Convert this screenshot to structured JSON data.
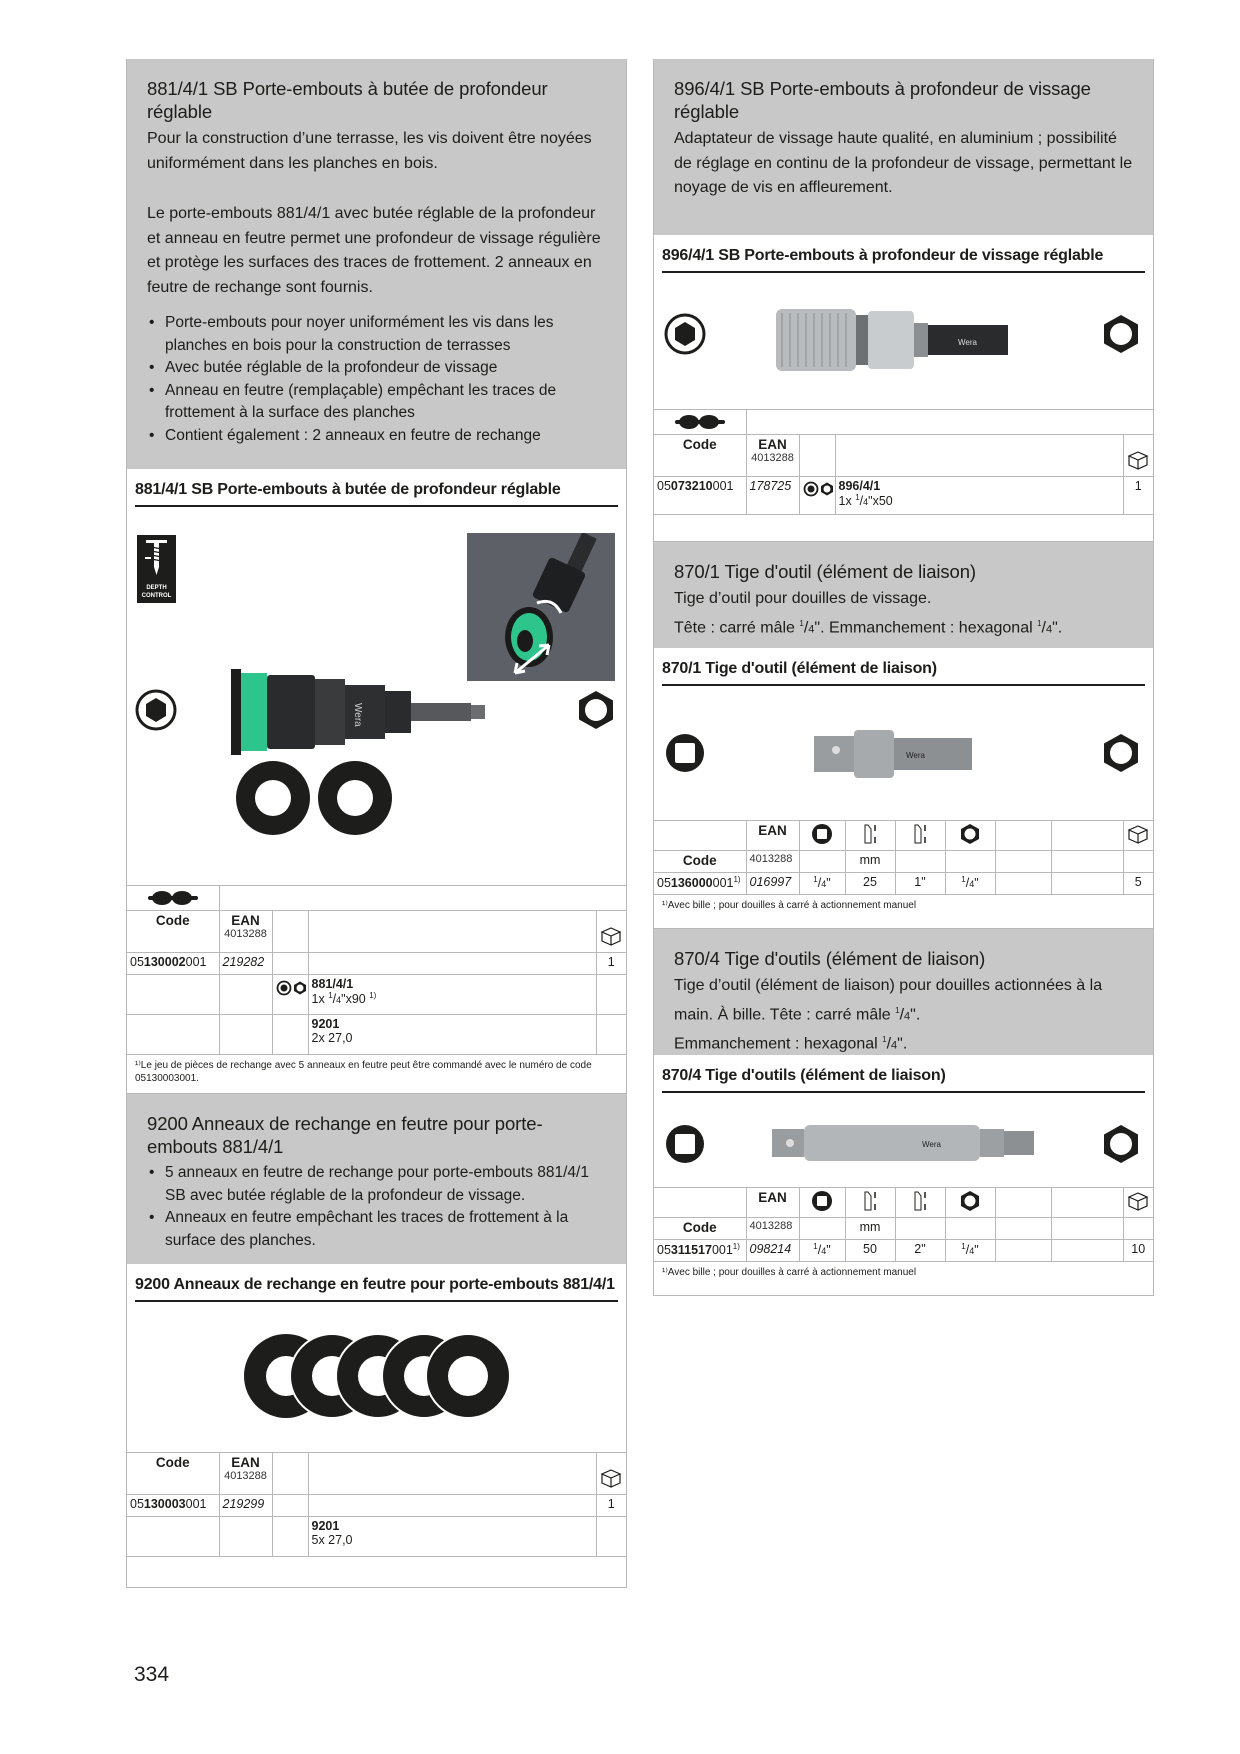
{
  "left": {
    "p1": {
      "title": "881/4/1 SB Porte-embouts à butée de profondeur réglable",
      "intro": "Pour la construction d’une terrasse, les vis doivent être noyées uniformément dans les planches en bois.",
      "desc": "Le porte-embouts 881/4/1 avec butée réglable de la profondeur et anneau en feutre permet une profondeur de vissage régulière et protège les surfaces des traces de frottement. 2 anneaux en feutre de rechange sont fournis.",
      "bullets": [
        "Porte-embouts pour noyer uniformément les vis dans les planches en bois pour la construction de terrasses",
        "Avec butée réglable de la profondeur de vissage",
        "Anneau en feutre (remplaçable) empêchant les traces de frottement à la surface des planches",
        "Contient également : 2 anneaux en feutre de rechange"
      ],
      "subtitle": "881/4/1 SB Porte-embouts à butée de profondeur réglable",
      "badge_line1": "DEPTH",
      "badge_line2": "CONTROL",
      "brand": "Wera",
      "hdr_code": "Code",
      "hdr_ean": "EAN",
      "hdr_ean_prefix": "4013288",
      "code_pre": "05",
      "code_bold": "130002",
      "code_post": "001",
      "ean": "219282",
      "qty": "1",
      "item1_name": "881/4/1",
      "item1_qty": "1x ",
      "item1_frac": "1",
      "item1_frac_den": "4",
      "item1_size": "\"x90 ",
      "item1_note": "1)",
      "item2_name": "9201",
      "item2_size": "2x 27,0",
      "footnote": "¹⁾Le jeu de pièces de rechange avec 5 anneaux en feutre peut être commandé avec le numéro de code 05130003001."
    },
    "p2": {
      "title": "9200 Anneaux de rechange en feutre pour porte-embouts 881/4/1",
      "bullets": [
        "5 anneaux en feutre de rechange pour porte-embouts 881/4/1 SB avec butée réglable de la profondeur de vissage.",
        "Anneaux en feutre empêchant les traces de frottement à la surface des planches."
      ],
      "subtitle": "9200 Anneaux de rechange en feutre pour porte-embouts 881/4/1",
      "hdr_code": "Code",
      "hdr_ean": "EAN",
      "hdr_ean_prefix": "4013288",
      "code_pre": "05",
      "code_bold": "130003",
      "code_post": "001",
      "ean": "219299",
      "qty": "1",
      "item_name": "9201",
      "item_size": "5x 27,0"
    }
  },
  "right": {
    "p1": {
      "title": "896/4/1 SB Porte-embouts à profondeur de vissage réglable",
      "desc": "Adaptateur de vissage haute qualité, en aluminium ; possibilité de réglage en continu de la profondeur de vissage, permettant le noyage de vis en affleurement.",
      "subtitle": "896/4/1 SB Porte-embouts à profondeur de vissage réglable",
      "brand": "Wera",
      "hdr_code": "Code",
      "hdr_ean": "EAN",
      "hdr_ean_prefix": "4013288",
      "code_pre": "05",
      "code_bold": "073210",
      "code_post": "001",
      "ean": "178725",
      "item_name": "896/4/1",
      "item_qty": "1x ",
      "item_num": "1",
      "item_den": "4",
      "item_size": "\"x50",
      "qty": "1"
    },
    "p2": {
      "title": "870/1 Tige d'outil (élément de liaison)",
      "desc1": "Tige d’outil pour douilles de vissage.",
      "desc2_a": "Tête : carré mâle ",
      "desc2_b": "\". Emmanchement : hexagonal ",
      "desc2_c": "\".",
      "frac_num": "1",
      "frac_den": "4",
      "subtitle": "870/1 Tige d'outil (élément de liaison)",
      "brand": "Wera",
      "hdr_ean": "EAN",
      "hdr_code": "Code",
      "hdr_ean_prefix": "4013288",
      "unit": "mm",
      "code_pre": "05",
      "code_bold": "136000",
      "code_post": "001",
      "code_note": "1)",
      "ean": "016997",
      "sq": "\"",
      "length": "25",
      "length_in": "1\"",
      "hex": "\"",
      "qty": "5",
      "footnote": "¹⁾Avec bille ; pour douilles à carré à actionnement manuel"
    },
    "p3": {
      "title": "870/4 Tige d'outils (élément de liaison)",
      "desc1": "Tige d’outil (élément de liaison) pour douilles actionnées à la main. À bille. Tête : carré mâle ",
      "desc1_end": "\".",
      "desc2_a": "Emmanchement : hexagonal ",
      "desc2_b": "\".",
      "frac_num": "1",
      "frac_den": "4",
      "subtitle": "870/4 Tige d'outils (élément de liaison)",
      "brand": "Wera",
      "hdr_ean": "EAN",
      "hdr_code": "Code",
      "hdr_ean_prefix": "4013288",
      "unit": "mm",
      "code_pre": "05",
      "code_bold": "311517",
      "code_post": "001",
      "code_note": "1)",
      "ean": "098214",
      "sq": "\"",
      "length": "50",
      "length_in": "2\"",
      "hex": "\"",
      "qty": "10",
      "footnote": "¹⁾Avec bille ; pour douilles à carré à actionnement manuel"
    }
  },
  "page_number": "334",
  "colors": {
    "panel_grey": "#c8c8c8",
    "felt_green": "#2ec58c",
    "bg_photo": "#5d6167"
  }
}
